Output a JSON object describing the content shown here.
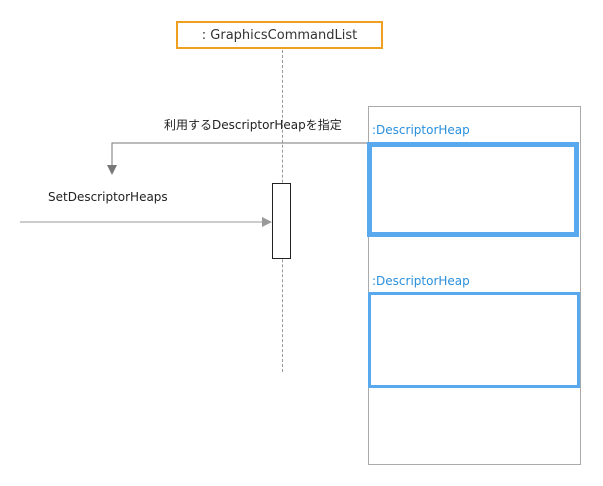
{
  "lifeline": {
    "label": ": GraphicsCommandList"
  },
  "messages": {
    "set_descriptor_heaps": "SetDescriptorHeaps",
    "use_heap_specify": "利用するDescriptorHeapを指定"
  },
  "heaps": [
    {
      "label": ":DescriptorHeap",
      "selected": true
    },
    {
      "label": ":DescriptorHeap",
      "selected": false
    }
  ],
  "colors": {
    "lifeline_border": "#f0a020",
    "heap_accent": "#58a9ee",
    "heap_label": "#2a8fdc"
  }
}
